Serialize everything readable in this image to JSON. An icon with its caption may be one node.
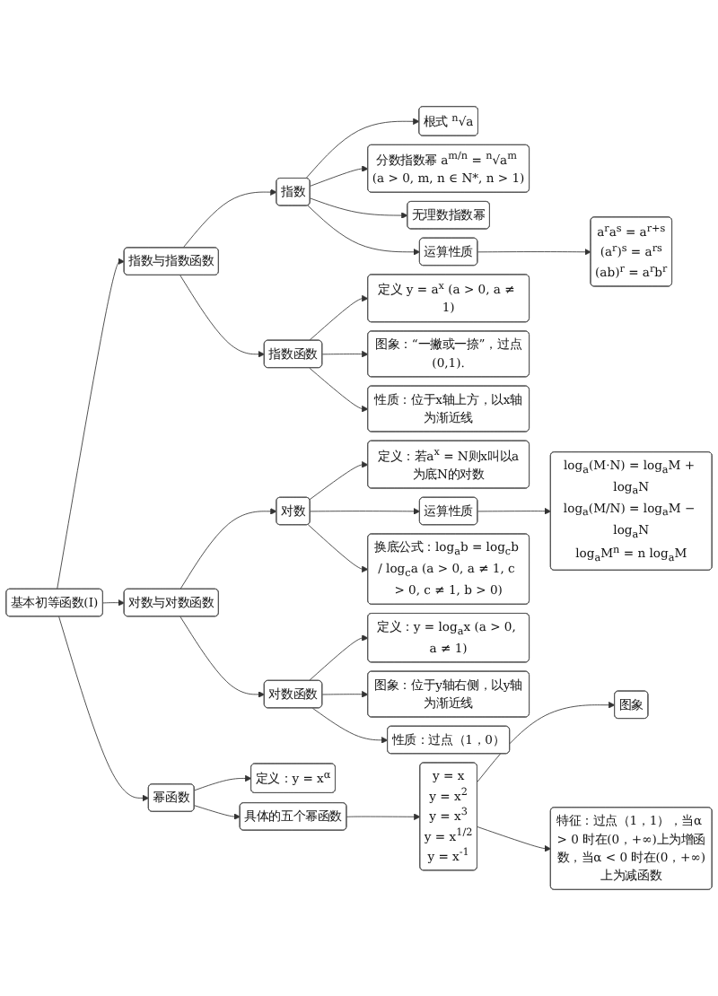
{
  "diagram": {
    "nodes": [
      {
        "text": [
          "基本初等函数(Ⅰ)"
        ]
      },
      {
        "text": [
          "指数与指数函数"
        ]
      },
      {
        "text": [
          "指数"
        ]
      },
      {
        "text": [
          "根式 $^{n}$√a"
        ]
      },
      {
        "text": [
          "分数指数幂 a$^{m/n}$ = $^{n}$√a$^{m}$ (a > 0, m, n ∈ N*, n > 1)"
        ]
      },
      {
        "text": [
          "无理数指数幂"
        ]
      },
      {
        "text": [
          "运算性质"
        ]
      },
      {
        "text": [
          "a$^{r}$a$^{s}$ = a$^{r+s}$",
          "(a$^{r}$)$^{s}$ = a$^{rs}$",
          "(ab)$^{r}$ = a$^{r}$b$^{r}$"
        ]
      },
      {
        "text": [
          "指数函数"
        ]
      },
      {
        "text": [
          "定义 y = a$^{x}$ (a > 0, a ≠ 1)"
        ]
      },
      {
        "text": [
          "图象：“一撇或一捺”，过点(0,1)."
        ]
      },
      {
        "text": [
          "性质：位于x轴上方，以x轴为渐近线"
        ]
      },
      {
        "text": [
          "对数与对数函数"
        ]
      },
      {
        "text": [
          "对数"
        ]
      },
      {
        "text": [
          "定义：若a$^{x}$ = N则x叫以a为底N的对数"
        ]
      },
      {
        "text": [
          "运算性质"
        ]
      },
      {
        "text": [
          "log$_{a}$(M·N) = log$_{a}$M + log$_{a}$N",
          "log$_{a}$(M/N) = log$_{a}$M − log$_{a}$N",
          "log$_{a}$M$^{n}$ = n log$_{a}$M"
        ]
      },
      {
        "text": [
          "换底公式：log$_{a}$b = log$_{c}$b / log$_{c}$a (a > 0, a ≠ 1, c > 0, c ≠ 1, b > 0)"
        ]
      },
      {
        "text": [
          "对数函数"
        ]
      },
      {
        "text": [
          "定义：y = log$_{a}$x (a > 0, a ≠ 1)"
        ]
      },
      {
        "text": [
          "图象：位于y轴右侧，以y轴为渐近线"
        ]
      },
      {
        "text": [
          "性质：过点（1，0）"
        ]
      },
      {
        "text": [
          "幂函数"
        ]
      },
      {
        "text": [
          "定义：y = x$^{α}$"
        ]
      },
      {
        "text": [
          "具体的五个幂函数"
        ]
      },
      {
        "text": [
          "y = x",
          "y = x$^{2}$",
          "y = x$^{3}$",
          "y = x$^{1/2}$",
          "y = x$^{-1}$"
        ]
      },
      {
        "text": [
          "图象"
        ]
      },
      {
        "text": [
          "特征：过点（1，1），当α > 0 时在(0，+∞)上为增函数，当α < 0 时在(0，+∞)上为减函数"
        ]
      }
    ],
    "edges": [
      {
        "from": 0,
        "to": 1,
        "arrow": "to"
      },
      {
        "from": 0,
        "to": 12,
        "arrow": "to"
      },
      {
        "from": 0,
        "to": 22,
        "arrow": "to"
      },
      {
        "from": 1,
        "to": 2,
        "arrow": "to"
      },
      {
        "from": 1,
        "to": 8,
        "arrow": "to"
      },
      {
        "from": 2,
        "to": 3,
        "arrow": "to"
      },
      {
        "from": 2,
        "to": 4,
        "arrow": "to"
      },
      {
        "from": 2,
        "to": 5,
        "arrow": "to"
      },
      {
        "from": 2,
        "to": 6,
        "arrow": "to"
      },
      {
        "from": 6,
        "to": 7,
        "arrow": "to"
      },
      {
        "from": 8,
        "to": 9,
        "arrow": "to"
      },
      {
        "from": 8,
        "to": 10,
        "arrow": "to"
      },
      {
        "from": 8,
        "to": 11,
        "arrow": "to"
      },
      {
        "from": 12,
        "to": 13,
        "arrow": "to"
      },
      {
        "from": 12,
        "to": 18,
        "arrow": "to"
      },
      {
        "from": 13,
        "to": 14,
        "arrow": "to"
      },
      {
        "from": 13,
        "to": 15,
        "arrow": "to"
      },
      {
        "from": 13,
        "to": 17,
        "arrow": "to"
      },
      {
        "from": 15,
        "to": 16,
        "arrow": "to"
      },
      {
        "from": 18,
        "to": 19,
        "arrow": "to"
      },
      {
        "from": 18,
        "to": 20,
        "arrow": "to"
      },
      {
        "from": 18,
        "to": 21,
        "arrow": "to"
      },
      {
        "from": 22,
        "to": 23,
        "arrow": "to"
      },
      {
        "from": 22,
        "to": 24,
        "arrow": "to"
      },
      {
        "from": 24,
        "to": 25,
        "arrow": "to"
      },
      {
        "from": 25,
        "to": 26,
        "arrow": "to"
      },
      {
        "from": 25,
        "to": 27,
        "arrow": "to"
      }
    ]
  }
}
